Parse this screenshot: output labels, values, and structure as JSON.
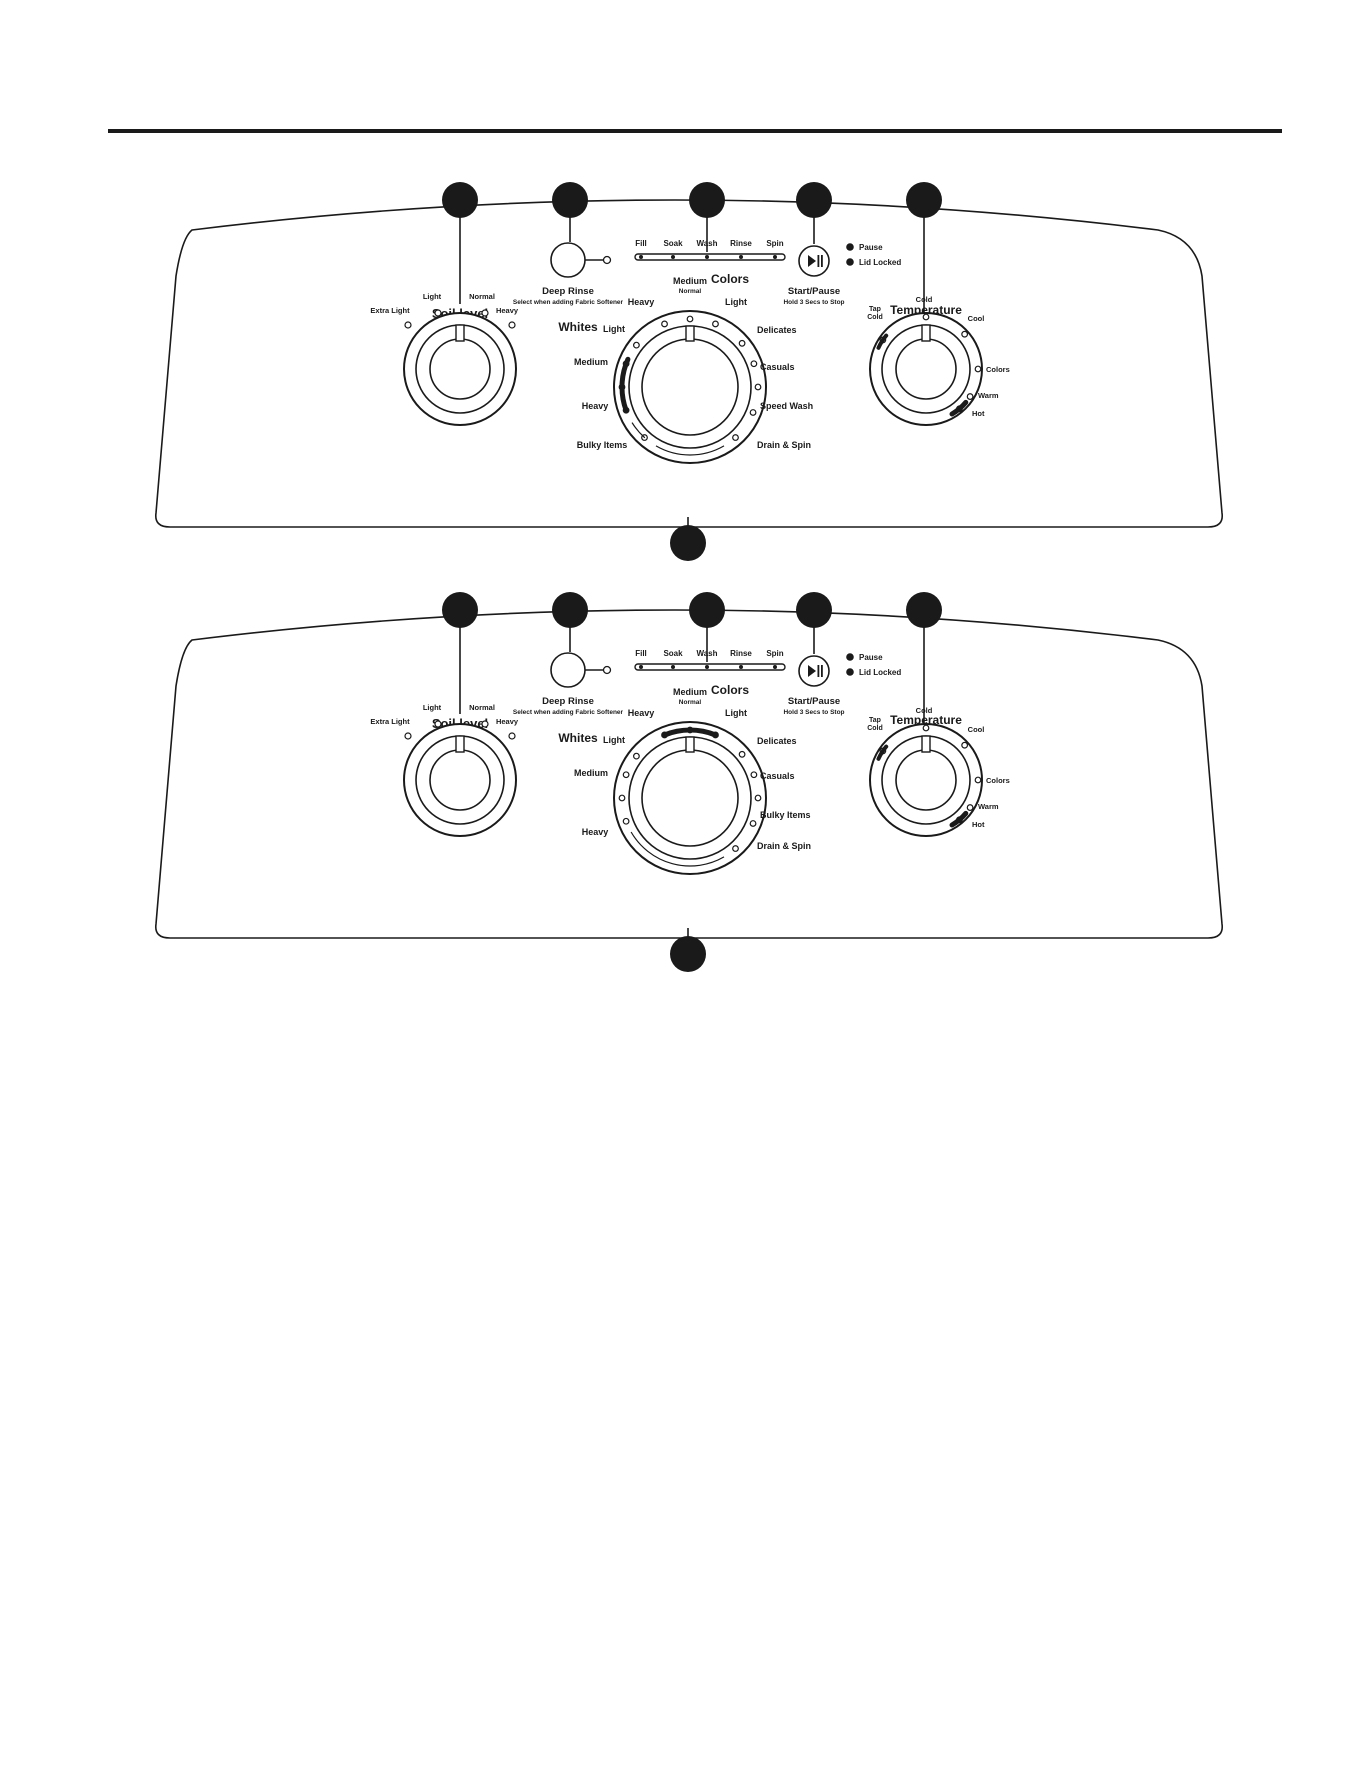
{
  "colors": {
    "ink": "#1a1a1a",
    "paper": "#ffffff"
  },
  "panels": [
    {
      "id": "panel-1",
      "soil": {
        "title": "Soil level",
        "options": [
          "Extra Light",
          "Light",
          "Normal",
          "Heavy"
        ]
      },
      "deep_rinse": {
        "label": "Deep Rinse",
        "sublabel": "Select when adding Fabric Softener"
      },
      "cycle_status": {
        "stages": [
          "Fill",
          "Soak",
          "Wash",
          "Rinse",
          "Spin"
        ]
      },
      "start": {
        "label": "Start/Pause",
        "sublabel": "Hold 3 Secs to Stop"
      },
      "indicators": [
        "Pause",
        "Lid Locked"
      ],
      "temperature": {
        "title": "Temperature",
        "subtitle": "All Cold Rinses",
        "options": [
          "Tap Cold",
          "Cold",
          "Cool",
          "Colors",
          "Warm",
          "Hot"
        ]
      },
      "cycle": {
        "group_whites": "Whites",
        "group_colors": "Colors",
        "whites": [
          "Heavy",
          "Light",
          "Medium",
          "Heavy"
        ],
        "colors_top": {
          "medium": "Medium",
          "normal": "Normal",
          "light": "Light"
        },
        "right": [
          "Delicates",
          "Casuals",
          "Speed Wash",
          "Drain & Spin"
        ],
        "bottom_left": "Bulky Items"
      }
    },
    {
      "id": "panel-2",
      "soil": {
        "title": "Soil level",
        "options": [
          "Extra Light",
          "Light",
          "Normal",
          "Heavy"
        ]
      },
      "deep_rinse": {
        "label": "Deep Rinse",
        "sublabel": "Select when adding Fabric Softener"
      },
      "cycle_status": {
        "stages": [
          "Fill",
          "Soak",
          "Wash",
          "Rinse",
          "Spin"
        ]
      },
      "start": {
        "label": "Start/Pause",
        "sublabel": "Hold 3 Secs to Stop"
      },
      "indicators": [
        "Pause",
        "Lid Locked"
      ],
      "temperature": {
        "title": "Temperature",
        "subtitle": "All Cold Rinses",
        "options": [
          "Tap Cold",
          "Cold",
          "Cool",
          "Colors",
          "Warm",
          "Hot"
        ]
      },
      "cycle": {
        "group_whites": "Whites",
        "group_colors": "Colors",
        "whites": [
          "Heavy",
          "Light",
          "Medium",
          "Heavy"
        ],
        "colors_top": {
          "medium": "Medium",
          "normal": "Normal",
          "light": "Light"
        },
        "right": [
          "Delicates",
          "Casuals",
          "Bulky Items",
          "Drain & Spin"
        ],
        "bottom_left": ""
      }
    }
  ]
}
